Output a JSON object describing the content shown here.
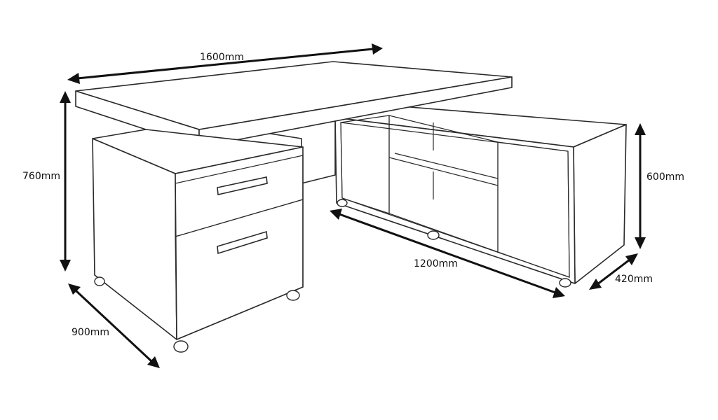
{
  "dimensions": {
    "width_top": "1600mm",
    "height_desk": "760mm",
    "depth_pedestal": "900mm",
    "length_return": "1200mm",
    "height_return": "600mm",
    "depth_return": "420mm"
  },
  "colors": {
    "line": "#2a2a2a",
    "arrow": "#111111",
    "background": "#ffffff"
  }
}
